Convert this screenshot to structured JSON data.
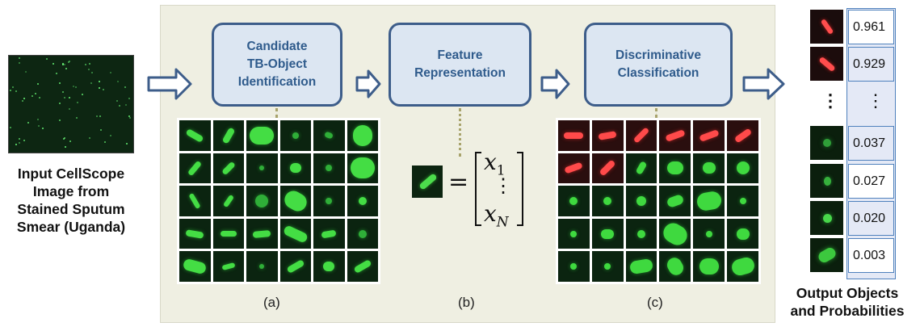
{
  "input": {
    "label": "Input CellScope\nImage from\nStained Sputum\nSmear (Uganda)"
  },
  "steps": [
    {
      "label": "Candidate\nTB-Object\nIdentification"
    },
    {
      "label": "Feature\nRepresentation"
    },
    {
      "label": "Discriminative\nClassification"
    }
  ],
  "captions": {
    "a": "(a)",
    "b": "(b)",
    "c": "(c)"
  },
  "feature_vector": {
    "first": "x",
    "first_sub": "1",
    "ellipsis": "⋮",
    "last": "x",
    "last_sub": "N",
    "equals": "="
  },
  "output": {
    "label": "Output Objects\nand Probabilities",
    "ellipsis": "⋮",
    "top_probs": [
      "0.961",
      "0.929"
    ],
    "bottom_probs": [
      "0.037",
      "0.027",
      "0.020",
      "0.003"
    ]
  },
  "colors": {
    "box_fill": "#dce6f2",
    "box_border": "#3d5d8a",
    "box_text": "#2f5b8c",
    "arrow": "#3d5d8a",
    "panel": "#efefe2",
    "positive_cell": "#ff4a4a",
    "negative_cell": "#3fd93f",
    "prob_fill": "#e4e9f6",
    "prob_border": "#4f81bd"
  }
}
